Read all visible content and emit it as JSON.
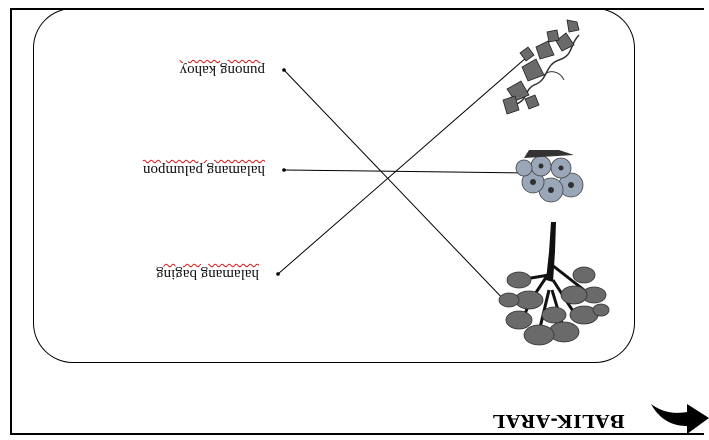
{
  "section_title": "BALIK-ARAL",
  "matching": {
    "labels": [
      "punong kahoy",
      "halamang palumpon",
      "halamang baging"
    ],
    "pictures": [
      "baging-icon",
      "palumpon-icon",
      "puno-icon"
    ],
    "connections": [
      {
        "label_index": 0,
        "picture_index": 2
      },
      {
        "label_index": 1,
        "picture_index": 1
      },
      {
        "label_index": 2,
        "picture_index": 0
      }
    ]
  },
  "colors": {
    "border": "#000000",
    "underline": "#d11111",
    "leaf": "#5a5a5a",
    "flower": "#9aa7b8"
  }
}
